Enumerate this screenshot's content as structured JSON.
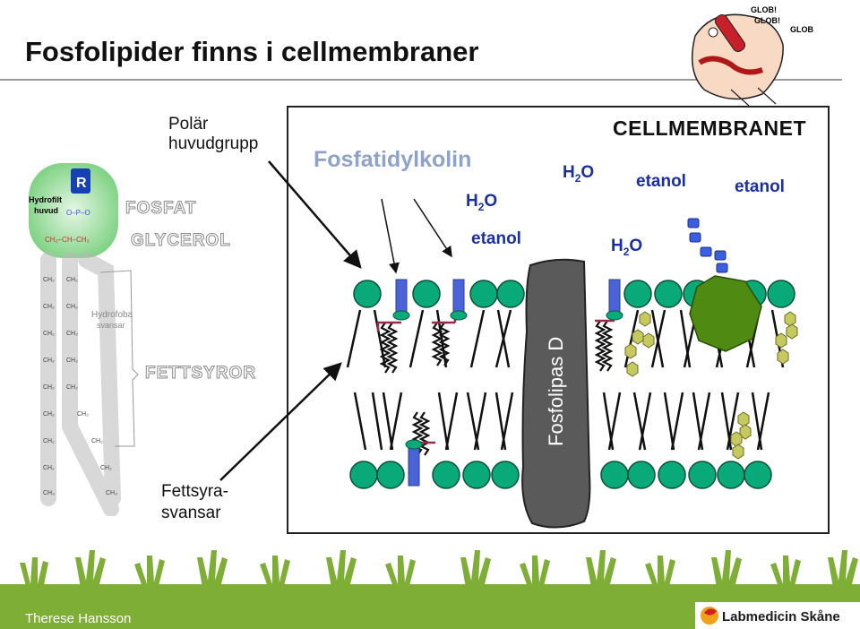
{
  "slide": {
    "title": "Fosfolipider finns i cellmembraner",
    "author": "Therese Hansson",
    "logo": "Labmedicin Skåne"
  },
  "molecule": {
    "polar_head_label": [
      "Polär",
      "huvudgrupp"
    ],
    "tail_label": [
      "Fettsyra-",
      "svansar"
    ],
    "hydrophilic_label": [
      "Hydrofilt",
      "huvud"
    ],
    "r_group": "R",
    "hydrophobic_label": [
      "Hydrofoba",
      "svansar"
    ],
    "part_labels": {
      "fosfat": "FOSFAT",
      "glycerol": "GLYCEROL",
      "fettsyror": "FETTSYROR"
    },
    "ch2": "CH",
    "ch3": "CH"
  },
  "membrane": {
    "title": "CELLMEMBRANET",
    "lipid_name": "Fosfatidylkolin",
    "enzyme_name": "Fosfolipas D",
    "water": "H",
    "water_o": "O",
    "water_sub": "2",
    "ethanol": "etanol"
  },
  "cartoon": {
    "text": [
      "GLOB!",
      "GLOB!",
      "GLOB"
    ]
  },
  "colors": {
    "head_green": "#0aa97a",
    "enzyme_gray": "#5a5a5a",
    "peg_blue": "#4a64d8",
    "text_blue": "#1a2fa3",
    "footer_green": "#7fae37"
  }
}
